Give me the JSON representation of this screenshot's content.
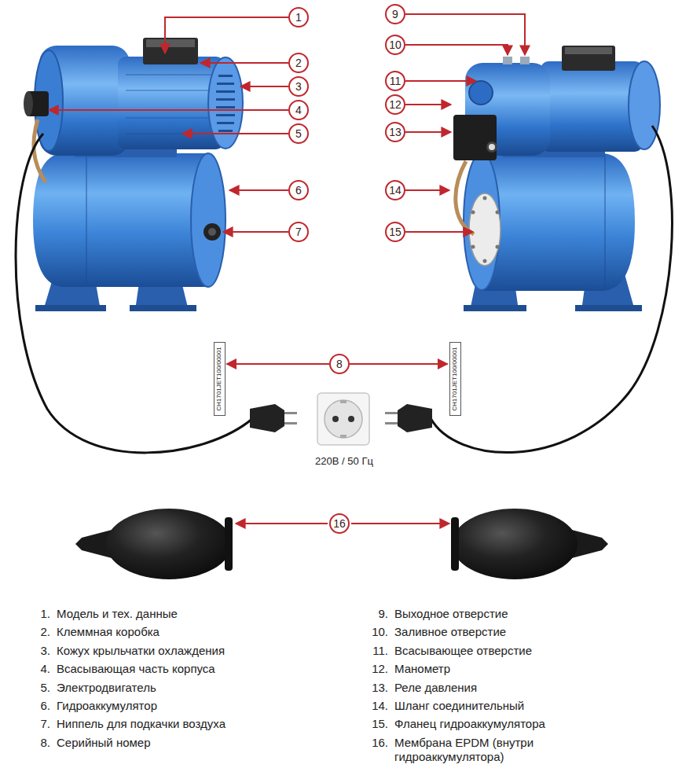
{
  "diagram": {
    "nodes": [
      {
        "text": [
          "1"
        ]
      },
      {
        "text": [
          "9"
        ]
      },
      {
        "text": [
          "10"
        ]
      },
      {
        "text": [
          "2"
        ]
      },
      {
        "text": [
          "11"
        ]
      },
      {
        "text": [
          "3"
        ]
      },
      {
        "text": [
          "12"
        ]
      },
      {
        "text": [
          "4"
        ]
      },
      {
        "text": [
          "13"
        ]
      },
      {
        "text": [
          "5"
        ]
      },
      {
        "text": [
          "6"
        ]
      },
      {
        "text": [
          "14"
        ]
      },
      {
        "text": [
          "7"
        ]
      },
      {
        "text": [
          "15"
        ]
      },
      {
        "text": [
          "CH1701JET100/00001"
        ]
      },
      {
        "text": [
          "8"
        ]
      },
      {
        "text": [
          "CH1701JET100/00001"
        ]
      },
      {
        "text": [
          "16"
        ]
      }
    ],
    "edges": [
      {
        "from": 15,
        "to": 14,
        "arrow": "to"
      },
      {
        "from": 15,
        "to": 16,
        "arrow": "to"
      }
    ],
    "labels": [
      "220В / 50 Гц",
      "1.",
      "Модель и тех. данные",
      "2.",
      "Клеммная коробка",
      "3.",
      "Кожух крыльчатки охлаждения",
      "4.",
      "Всасывающая часть корпуса",
      "5.",
      "Электродвигатель",
      "6.",
      "Гидроаккумулятор",
      "7.",
      "Ниппель для подкачки воздуха",
      "8.",
      "Серийный номер",
      "9.",
      "Выходное отверстие",
      "10.",
      "Заливное отверстие",
      "11.",
      "Всасывающее отверстие",
      "12.",
      "Манометр",
      "13.",
      "Реле давления",
      "14.",
      "Шланг соединительный",
      "15.",
      "Фланец гидроаккумулятора",
      "16.",
      "Мембрана EPDM (внутри гидроаккумулятора)"
    ]
  }
}
